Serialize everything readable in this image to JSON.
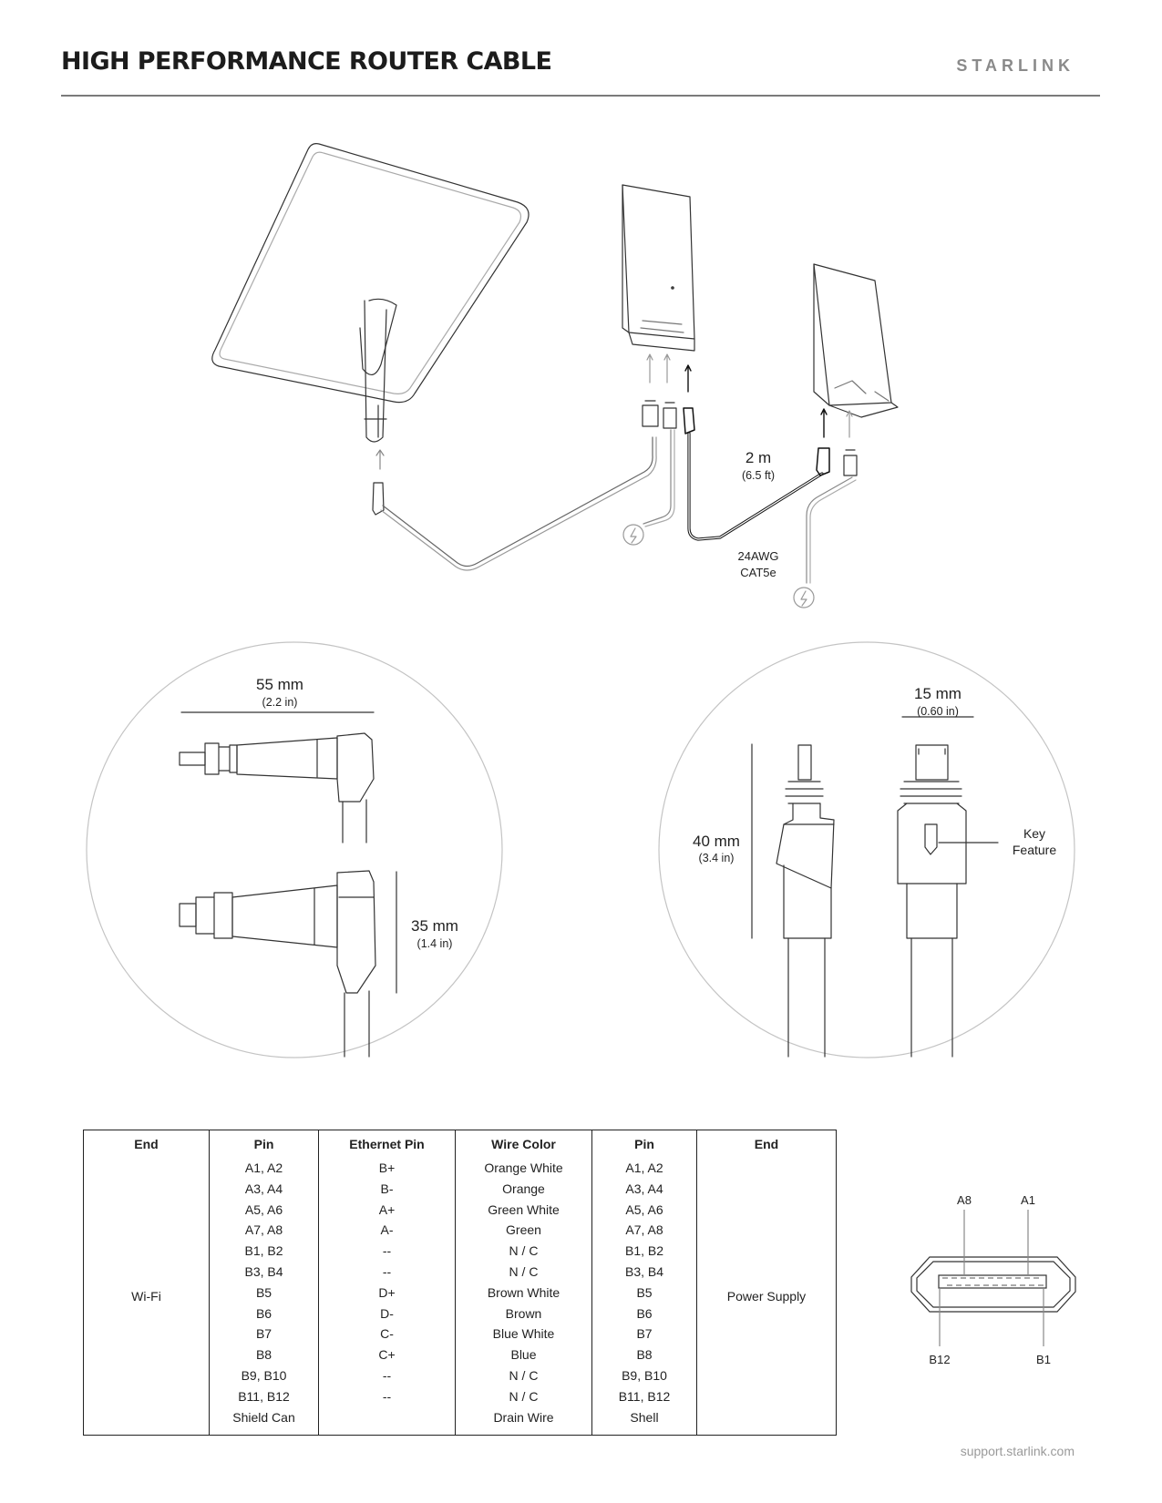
{
  "header": {
    "title": "HIGH PERFORMANCE ROUTER CABLE",
    "brand": "STARLINK"
  },
  "diagram": {
    "cable_length": "2 m",
    "cable_length_imperial": "(6.5 ft)",
    "cable_spec_line1": "24AWG",
    "cable_spec_line2": "CAT5e",
    "power_icon": "lightning-bolt-icon"
  },
  "left_detail": {
    "length_mm": "55 mm",
    "length_in": "(2.2 in)",
    "height_mm": "35 mm",
    "height_in": "(1.4 in)"
  },
  "right_detail": {
    "width_mm": "15 mm",
    "width_in": "(0.60 in)",
    "height_mm": "40 mm",
    "height_in": "(3.4 in)",
    "key_label_line1": "Key",
    "key_label_line2": "Feature"
  },
  "pin_table": {
    "headers": [
      "End",
      "Pin",
      "Ethernet Pin",
      "Wire Color",
      "Pin",
      "End"
    ],
    "end_left": "Wi-Fi",
    "end_right": "Power Supply",
    "pins_left": [
      "A1, A2",
      "A3, A4",
      "A5, A6",
      "A7, A8",
      "B1, B2",
      "B3, B4",
      "B5",
      "B6",
      "B7",
      "B8",
      "B9, B10",
      "B11, B12",
      "Shield Can"
    ],
    "ethernet_pins": [
      "B+",
      "B-",
      "A+",
      "A-",
      "--",
      "--",
      "D+",
      "D-",
      "C-",
      "C+",
      "--",
      "--",
      ""
    ],
    "wire_colors": [
      "Orange White",
      "Orange",
      "Green White",
      "Green",
      "N / C",
      "N / C",
      "Brown White",
      "Brown",
      "Blue White",
      "Blue",
      "N / C",
      "N / C",
      "Drain Wire"
    ],
    "pins_right": [
      "A1, A2",
      "A3, A4",
      "A5, A6",
      "A7, A8",
      "B1, B2",
      "B3, B4",
      "B5",
      "B6",
      "B7",
      "B8",
      "B9, B10",
      "B11, B12",
      "Shell"
    ]
  },
  "connector_pinout": {
    "top_left": "A8",
    "top_right": "A1",
    "bottom_left": "B12",
    "bottom_right": "B1"
  },
  "footer": {
    "url": "support.starlink.com"
  }
}
